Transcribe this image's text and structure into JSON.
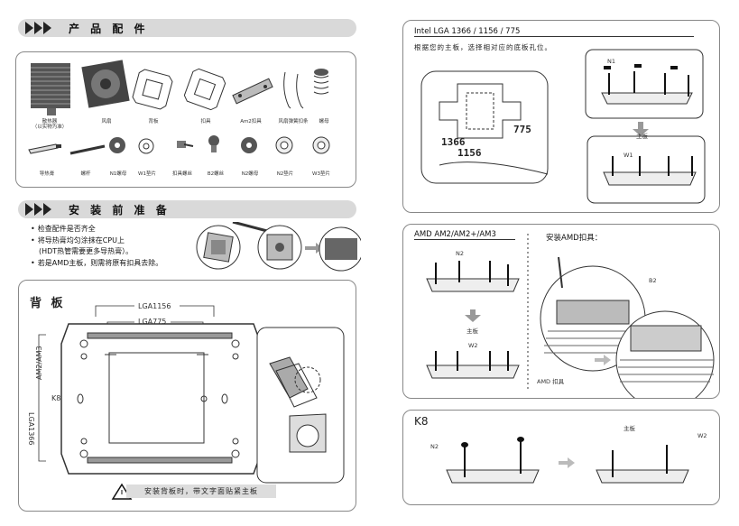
{
  "sections": {
    "parts_title": "产 品 配 件",
    "prep_title": "安 装 前 准 备",
    "backplate_title": "背 板"
  },
  "parts": [
    {
      "label": "散热器\n（以实物为准）"
    },
    {
      "label": "风扇"
    },
    {
      "label": "背板"
    },
    {
      "label": "扣具"
    },
    {
      "label": "Am2扣具"
    },
    {
      "label": "风扇弹簧扣条"
    },
    {
      "label": "螺母"
    },
    {
      "label": "导热膏"
    },
    {
      "label": "螺杆"
    },
    {
      "label": "N1螺母"
    },
    {
      "label": "W1垫片"
    },
    {
      "label": "扣具螺丝"
    },
    {
      "label": "B2螺丝"
    },
    {
      "label": "N2螺母"
    },
    {
      "label": "N2垫片"
    },
    {
      "label": "W3垫片"
    }
  ],
  "prep_steps": [
    "检查配件是否齐全",
    "将导热膏均匀涂抹在CPU上",
    "(HDT热管需要更多导热膏）。",
    "若是AMD主板，则需将原有扣具去除。"
  ],
  "backplate": {
    "lga1156": "LGA1156",
    "lga775": "LGA775",
    "am2": "AM2/AM3",
    "lga1366": "LGA1366",
    "k8": "K8",
    "warning": "安装背板时，带文字面贴紧主板"
  },
  "intel": {
    "title": "Intel  LGA 1366 / 1156 / 775",
    "subtitle": "根据您的主板，选择相对应的底板孔位。",
    "label_1366": "1366",
    "label_1156": "1156",
    "label_775": "775",
    "n1": "N1",
    "w1": "W1",
    "board": "主板"
  },
  "amd": {
    "title": "AMD  AM2/AM2+/AM3",
    "clip_title": "安装AMD扣具：",
    "n2": "N2",
    "board": "主板",
    "w2": "W2",
    "b2": "B2",
    "amd_clip": "AMD 扣具"
  },
  "k8": {
    "title": "K8",
    "n2": "N2",
    "board": "主板",
    "w2": "W2"
  }
}
